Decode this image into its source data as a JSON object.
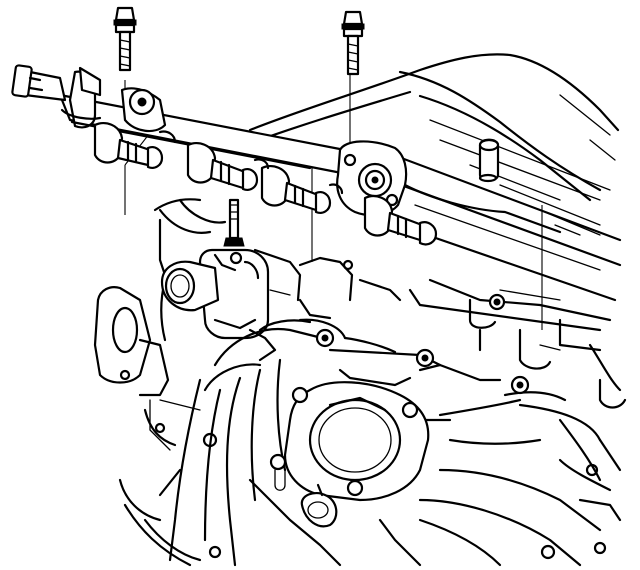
{
  "diagram": {
    "kind": "line-art",
    "components": [
      "fuel-rail",
      "fuel-injectors",
      "fuel-rail-mounting-bolts",
      "fuel-pressure-regulator",
      "intake-manifold",
      "throttle-body-mounting-flange",
      "coolant-outlet",
      "engine-cylinder-head",
      "valve-cover"
    ],
    "colors": {
      "line": "#000000",
      "background": "#ffffff"
    }
  }
}
